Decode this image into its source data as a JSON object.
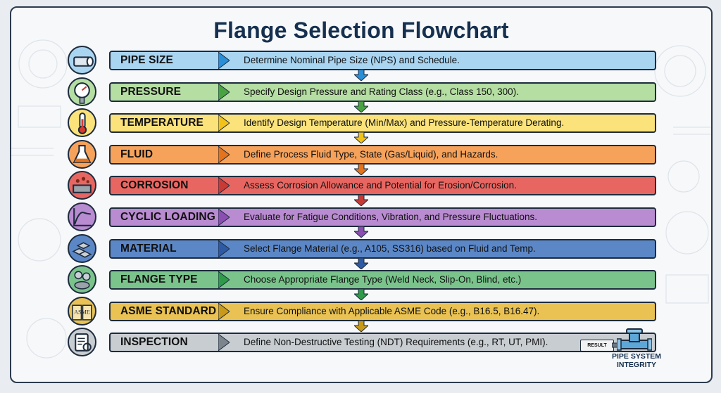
{
  "title": "Flange Selection Flowchart",
  "steps": [
    {
      "label": "PIPE SIZE",
      "description": "Determine Nominal Pipe Size (NPS) and Schedule.",
      "color": "#a9d5f1",
      "arrow_color": "#2a8fd6",
      "icon": "pipe-icon"
    },
    {
      "label": "PRESSURE",
      "description": "Specify Design Pressure and Rating Class (e.g., Class 150, 300).",
      "color": "#b5dea2",
      "arrow_color": "#4aa341",
      "icon": "pressure-gauge-icon"
    },
    {
      "label": "TEMPERATURE",
      "description": "Identify Design Temperature (Min/Max) and Pressure-Temperature Derating.",
      "color": "#fbe27a",
      "arrow_color": "#f2c21a",
      "icon": "thermometer-icon"
    },
    {
      "label": "FLUID",
      "description": "Define Process Fluid Type, State (Gas/Liquid), and Hazards.",
      "color": "#f6a25a",
      "arrow_color": "#e3731c",
      "icon": "flask-icon"
    },
    {
      "label": "CORROSION",
      "description": "Assess Corrosion Allowance and Potential for Erosion/Corrosion.",
      "color": "#e86661",
      "arrow_color": "#c93a36",
      "icon": "corrosion-icon"
    },
    {
      "label": "CYCLIC LOADING",
      "description": "Evaluate for Fatigue Conditions, Vibration, and Pressure Fluctuations.",
      "color": "#b98bd1",
      "arrow_color": "#8a4fb1",
      "icon": "stress-curve-icon"
    },
    {
      "label": "MATERIAL",
      "description": "Select Flange Material (e.g., A105, SS316) based on Fluid and Temp.",
      "color": "#5b87c7",
      "arrow_color": "#2e5aa3",
      "icon": "metal-ingots-icon"
    },
    {
      "label": "FLANGE TYPE",
      "description": "Choose Appropriate Flange Type (Weld Neck, Slip-On, Blind, etc.)",
      "color": "#7ac48c",
      "arrow_color": "#2f9a4a",
      "icon": "flange-types-icon"
    },
    {
      "label": "ASME STANDARD",
      "description": "Ensure Compliance with Applicable ASME Code (e.g., B16.5, B16.47).",
      "color": "#e9c253",
      "arrow_color": "#c99a1a",
      "icon": "asme-book-icon"
    },
    {
      "label": "INSPECTION",
      "description": "Define Non-Destructive Testing (NDT) Requirements (e.g., RT, UT, PMI).",
      "color": "#c8cdd2",
      "arrow_color": "#7d858c",
      "icon": "inspection-clipboard-icon"
    }
  ],
  "result_tag": "RESULT",
  "outcome": {
    "line1": "PIPE SYSTEM",
    "line2": "INTEGRITY"
  }
}
